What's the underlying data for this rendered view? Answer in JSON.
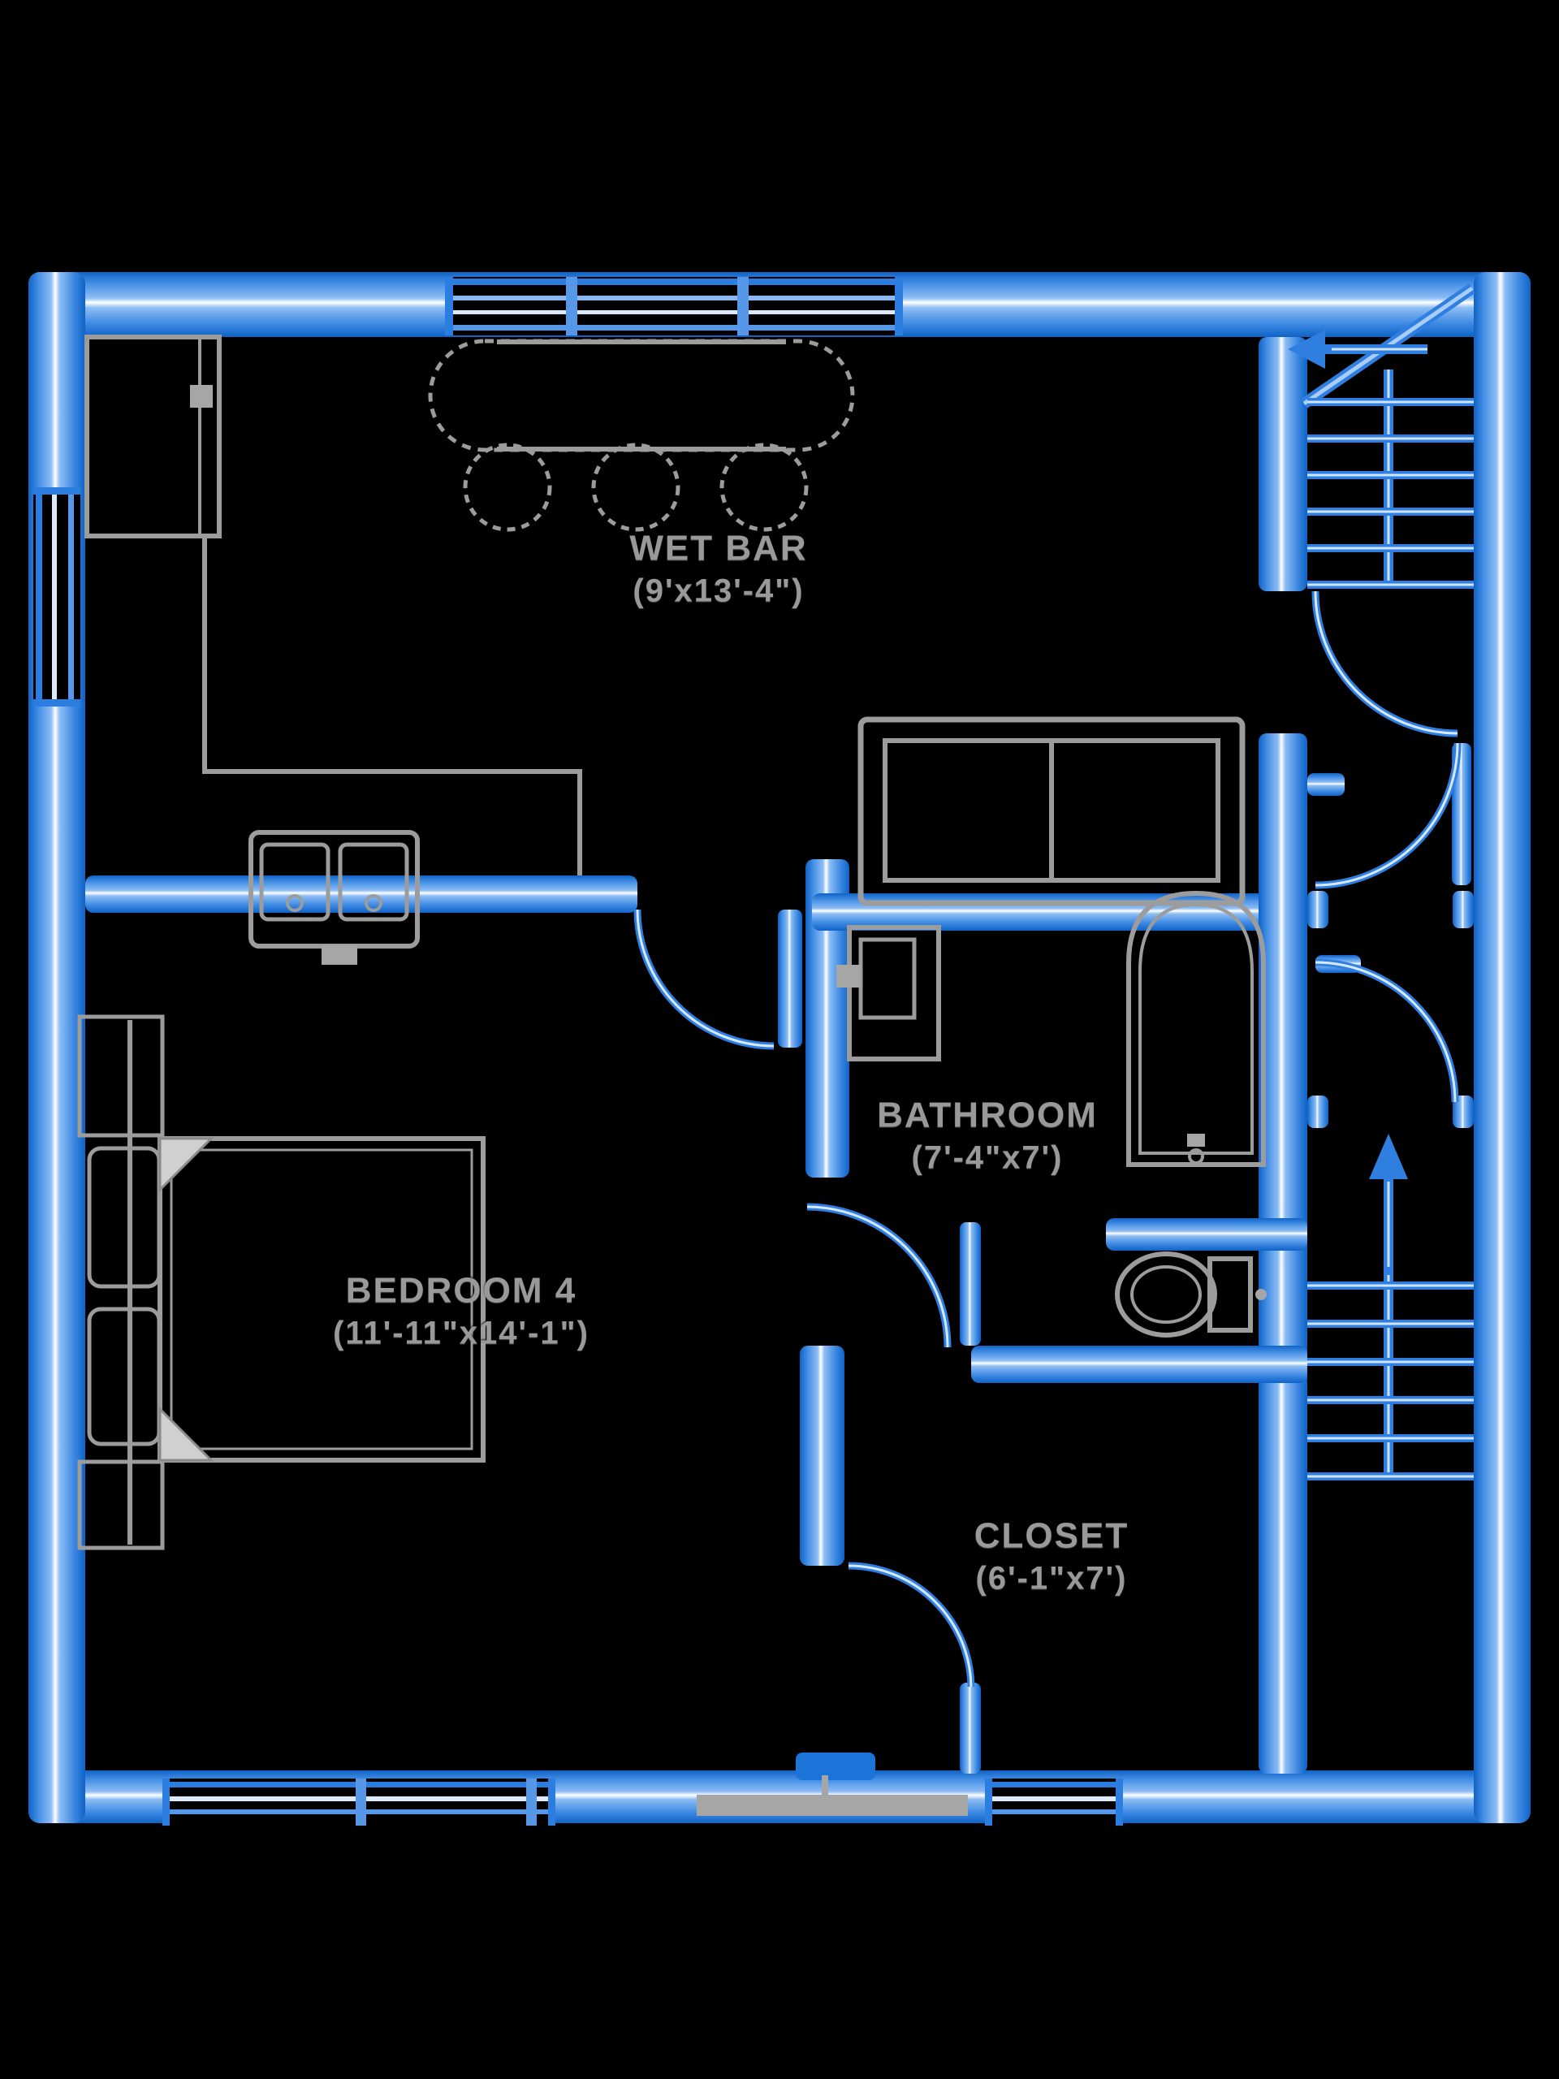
{
  "title": "Basement floor plan – Bedroom 4 level",
  "colors": {
    "background": "#000000",
    "wall_blue_dark": "#0f63c6",
    "wall_blue_mid": "#4690e6",
    "wall_blue_light": "#8dbdf4",
    "wall_core_white": "#ffffff",
    "fixture_gray": "#9c9c9c",
    "label_gray": "#999999"
  },
  "rooms": [
    {
      "id": "wet-bar",
      "name": "WET BAR",
      "dims": "(9'x13'-4\")"
    },
    {
      "id": "bathroom",
      "name": "BATHROOM",
      "dims": "(7'-4\"x7')"
    },
    {
      "id": "bedroom",
      "name": "BEDROOM 4",
      "dims": "(11'-11\"x14'-1\")"
    },
    {
      "id": "closet",
      "name": "CLOSET",
      "dims": "(6'-1\"x7')"
    }
  ],
  "icons": {
    "upper_stair_arrow": "arrow-left-icon",
    "lower_stair_arrow": "arrow-up-icon"
  },
  "symbols": [
    "exterior-walls",
    "interior-walls",
    "windows",
    "door-swings",
    "upper-staircase",
    "lower-staircase",
    "bar-counter",
    "bar-stools",
    "kitchen-sink",
    "tall-cabinet",
    "sofa",
    "bed",
    "pillows",
    "nightstands",
    "bathtub",
    "toilet",
    "vanity-sink",
    "entry-threshold"
  ]
}
